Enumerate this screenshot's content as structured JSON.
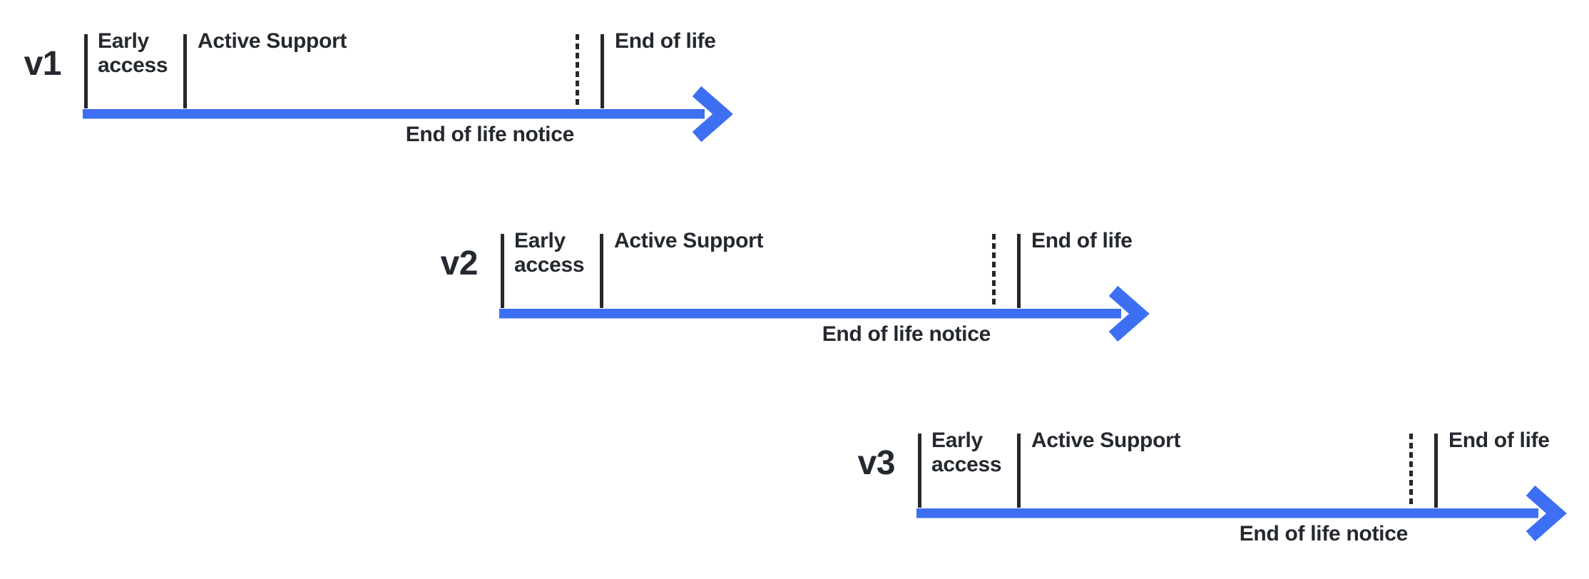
{
  "colors": {
    "arrow_blue": "#3d6ff2",
    "ink_dark": "#24282f",
    "background": "#ffffff"
  },
  "timelines": [
    {
      "version": "v1",
      "early_access": "Early\naccess",
      "active_support": "Active Support",
      "end_of_life": "End of life",
      "end_of_life_notice": "End of life notice"
    },
    {
      "version": "v2",
      "early_access": "Early\naccess",
      "active_support": "Active Support",
      "end_of_life": "End of life",
      "end_of_life_notice": "End of life notice"
    },
    {
      "version": "v3",
      "early_access": "Early\naccess",
      "active_support": "Active Support",
      "end_of_life": "End of life",
      "end_of_life_notice": "End of life notice"
    }
  ]
}
